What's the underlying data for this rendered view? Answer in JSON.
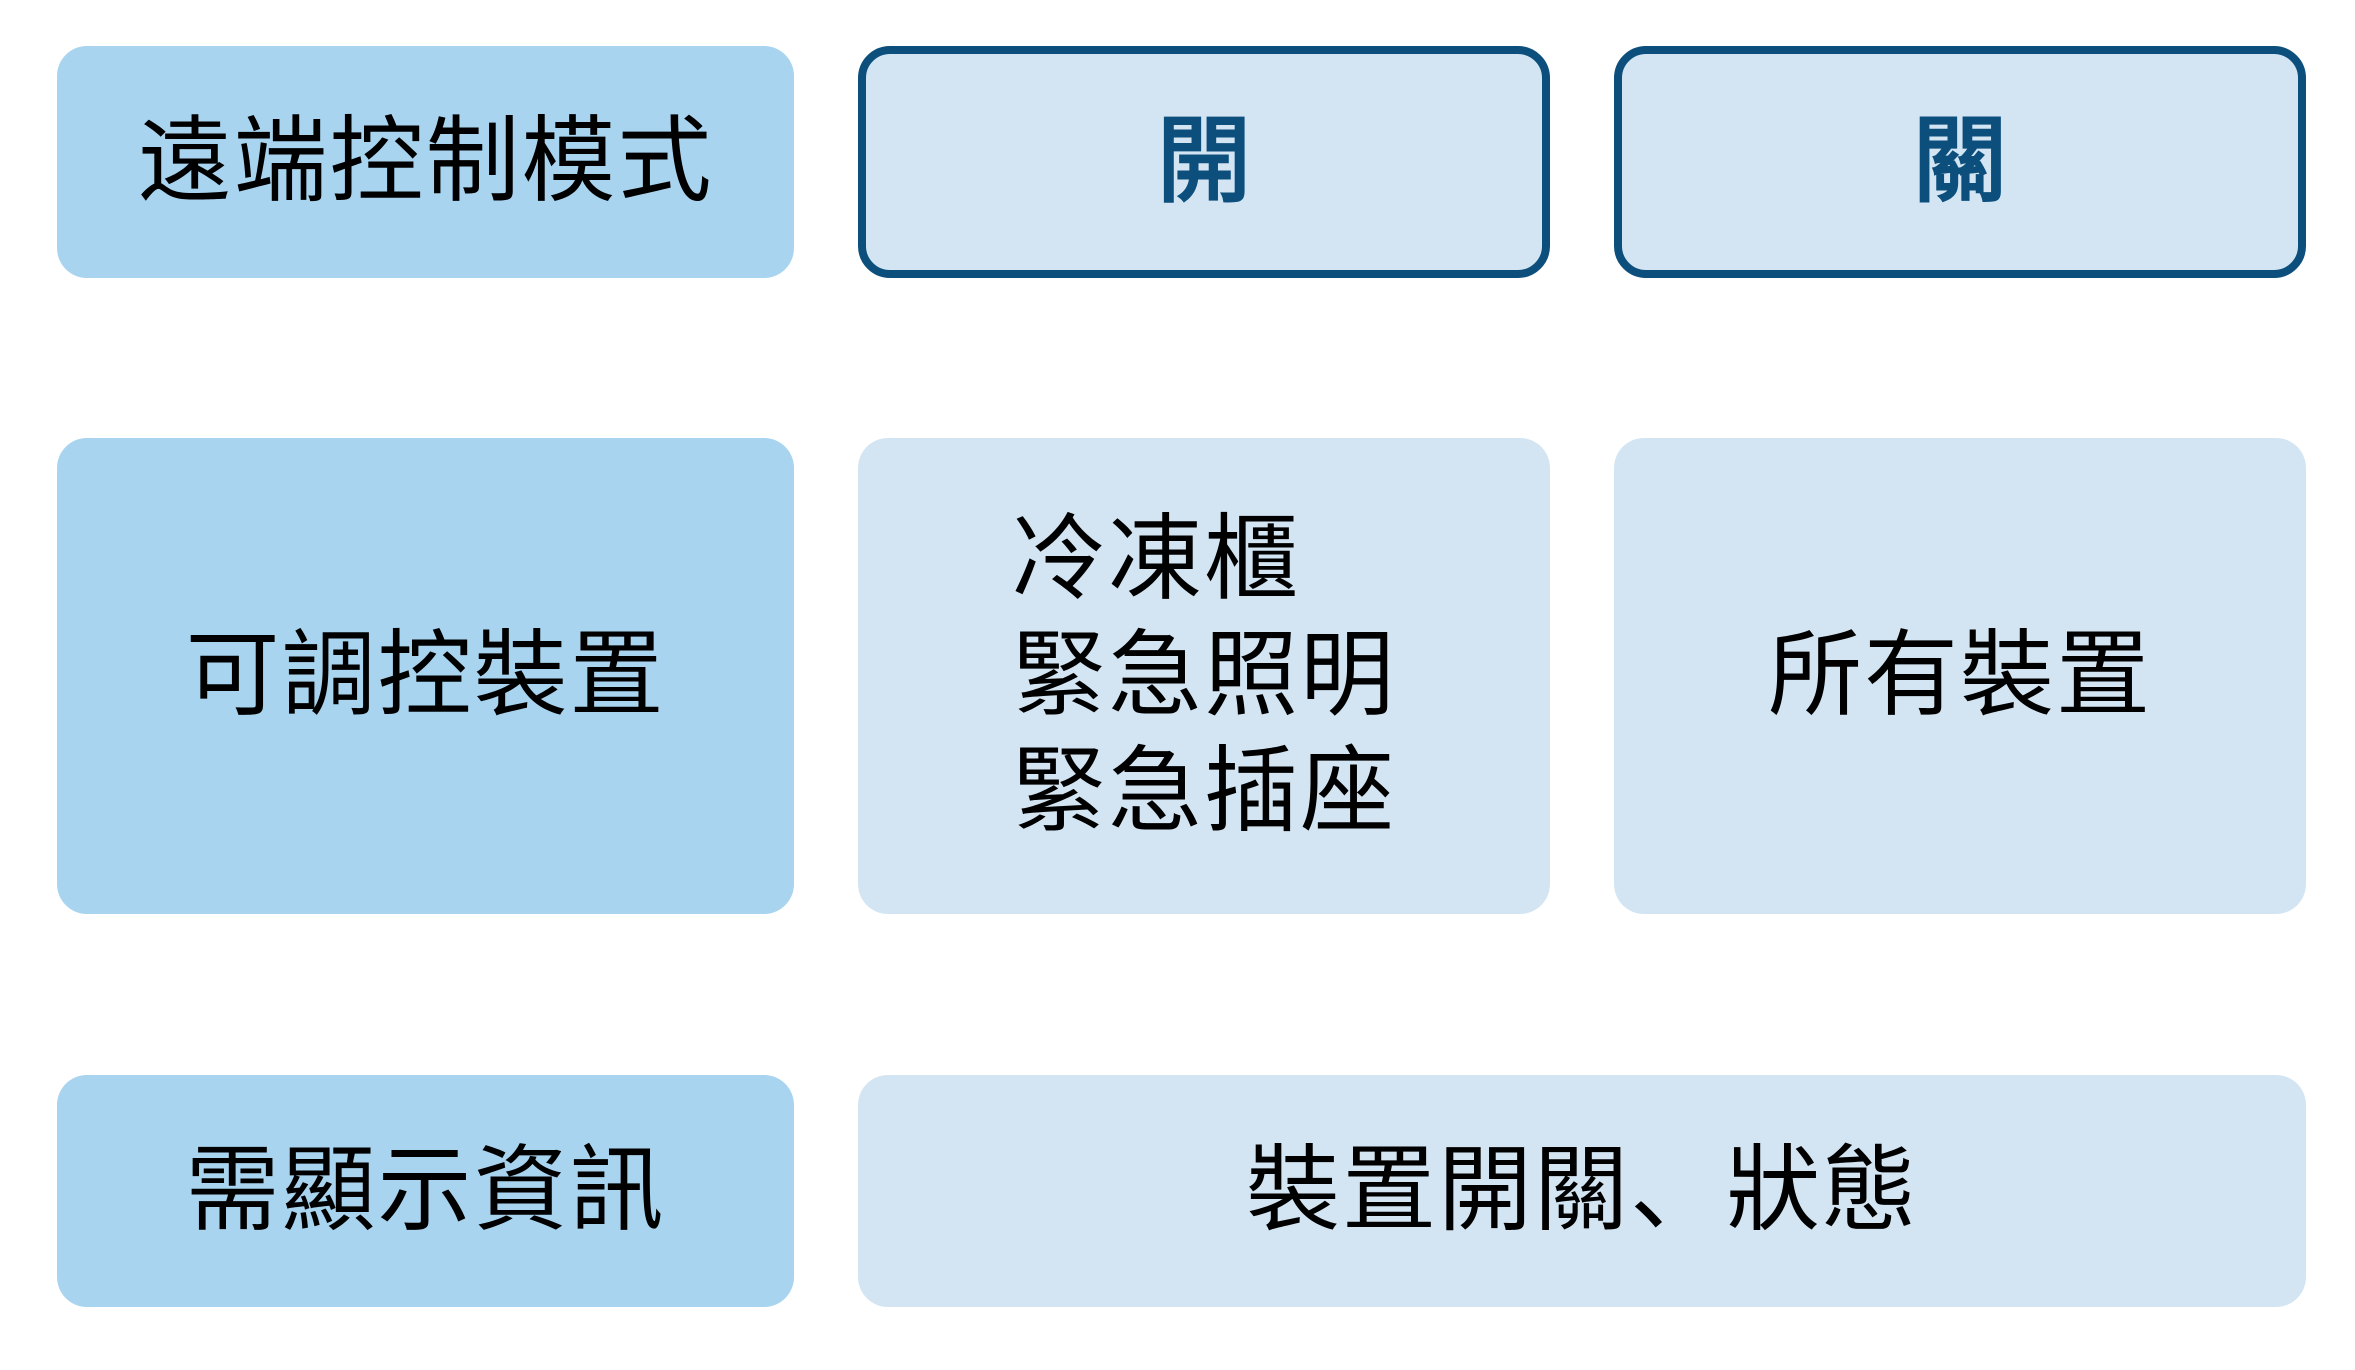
{
  "rows": {
    "mode": {
      "label": "遠端控制模式",
      "on_label": "開",
      "off_label": "關"
    },
    "devices": {
      "label": "可調控裝置",
      "items": [
        "冷凍櫃",
        "緊急照明",
        "緊急插座"
      ],
      "all": "所有裝置"
    },
    "info": {
      "label": "需顯示資訊",
      "value": "裝置開關、狀態"
    }
  },
  "colors": {
    "label_bg": "#a8d4ef",
    "value_bg": "#d3e5f3",
    "button_border": "#0c4f7c",
    "button_text": "#0c4f7c"
  }
}
